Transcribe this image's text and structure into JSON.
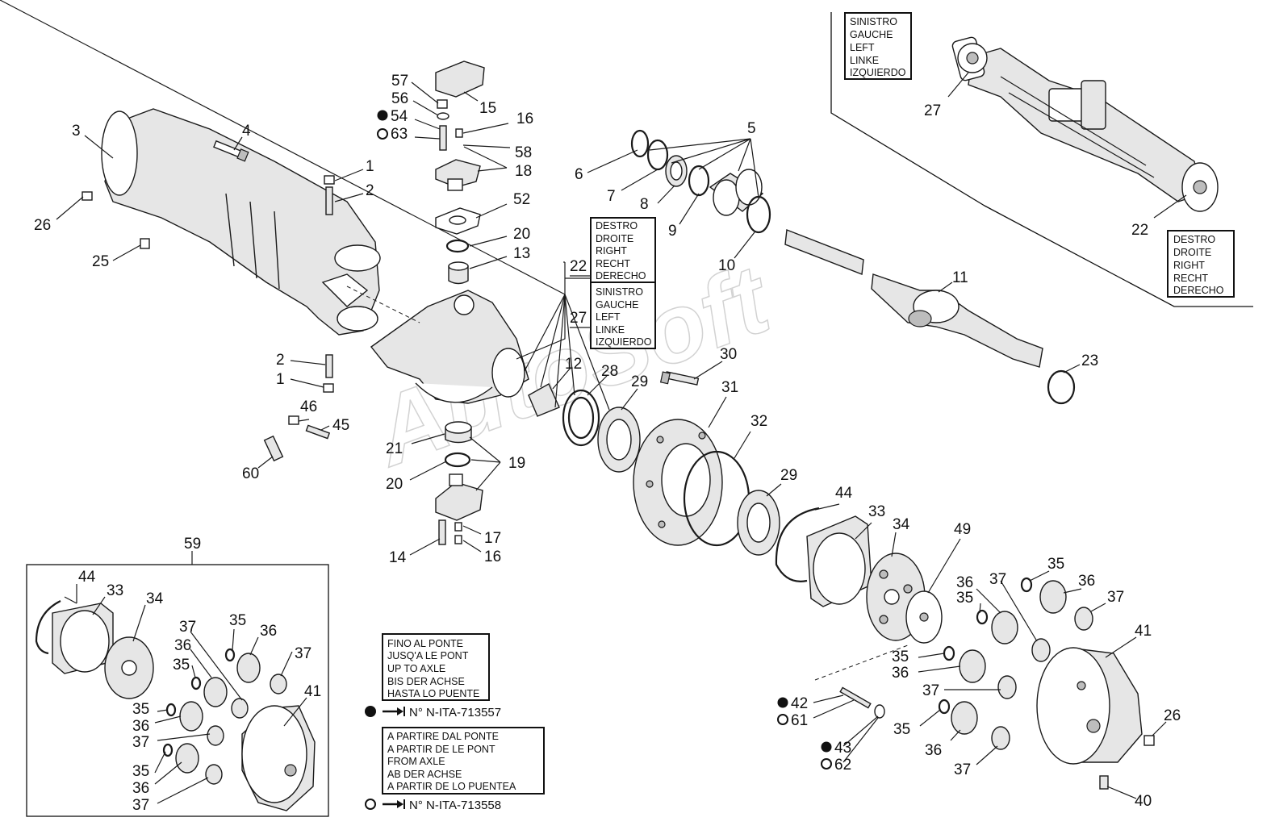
{
  "callouts": {
    "c1a": "1",
    "c1b": "1",
    "c2a": "2",
    "c2b": "2",
    "c3": "3",
    "c4": "4",
    "c5": "5",
    "c6": "6",
    "c7": "7",
    "c8": "8",
    "c9": "9",
    "c10": "10",
    "c11": "11",
    "c12": "12",
    "c13": "13",
    "c14": "14",
    "c15": "15",
    "c16a": "16",
    "c16b": "16",
    "c17": "17",
    "c18": "18",
    "c19": "19",
    "c20a": "20",
    "c20b": "20",
    "c21": "21",
    "c22a": "22",
    "c22b": "22",
    "c23": "23",
    "c25": "25",
    "c26a": "26",
    "c26b": "26",
    "c27a": "27",
    "c27b": "27",
    "c28": "28",
    "c29a": "29",
    "c29b": "29",
    "c30": "30",
    "c31": "31",
    "c32": "32",
    "c33a": "33",
    "c33b": "33",
    "c34a": "34",
    "c34b": "34",
    "c35a": "35",
    "c35b": "35",
    "c35c": "35",
    "c35d": "35",
    "c35e": "35",
    "c35f": "35",
    "c35g": "35",
    "c35h": "35",
    "c36a": "36",
    "c36b": "36",
    "c36c": "36",
    "c36d": "36",
    "c36e": "36",
    "c36f": "36",
    "c36g": "36",
    "c36h": "36",
    "c37a": "37",
    "c37b": "37",
    "c37c": "37",
    "c37d": "37",
    "c37e": "37",
    "c37f": "37",
    "c37g": "37",
    "c37h": "37",
    "c40": "40",
    "c41a": "41",
    "c41b": "41",
    "c42": "42",
    "c43": "43",
    "c44a": "44",
    "c44b": "44",
    "c45": "45",
    "c46": "46",
    "c49": "49",
    "c52": "52",
    "c54": "54",
    "c56": "56",
    "c57": "57",
    "c58": "58",
    "c59": "59",
    "c60": "60",
    "c61": "61",
    "c62": "62",
    "c63": "63"
  },
  "side_boxes": {
    "left_top": [
      "SINISTRO",
      "GAUCHE",
      "LEFT",
      "LINKE",
      "IZQUIERDO"
    ],
    "right_bottom": [
      "DESTRO",
      "DROITE",
      "RIGHT",
      "RECHT",
      "DERECHO"
    ],
    "mid_right": [
      "DESTRO",
      "DROITE",
      "RIGHT",
      "RECHT",
      "DERECHO"
    ],
    "mid_left": [
      "SINISTRO",
      "GAUCHE",
      "LEFT",
      "LINKE",
      "IZQUIERDO"
    ]
  },
  "validity_boxes": {
    "until": [
      "FINO AL PONTE",
      "JUSQ'A LE PONT",
      "UP TO AXLE",
      "BIS DER ACHSE",
      "HASTA LO PUENTE"
    ],
    "until_serial": "N° N-ITA-713557",
    "from": [
      "A PARTIRE DAL PONTE",
      "A PARTIR DE LE PONT",
      "FROM AXLE",
      "AB DER ACHSE",
      "A PARTIR DE LO PUENTEA"
    ],
    "from_serial": "N° N-ITA-713558"
  },
  "watermark": "AutoSoft",
  "icons": [
    "filled-circle-icon",
    "open-circle-icon",
    "arrow-bar-icon"
  ]
}
